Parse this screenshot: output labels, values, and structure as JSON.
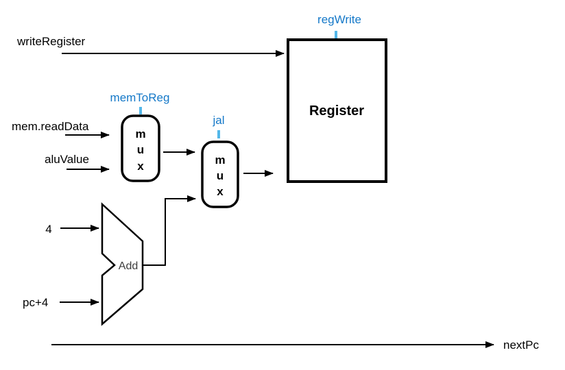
{
  "colors": {
    "background": "#ffffff",
    "wire": "#000000",
    "block_stroke": "#000000",
    "control_label": "#1478c8",
    "control_tick": "#53b7e9",
    "add_label": "#3d3d3d",
    "text": "#000000"
  },
  "signals": {
    "writeRegister": "writeRegister",
    "memReadData": "mem.readData",
    "aluValue": "aluValue",
    "four": "4",
    "pcPlus4": "pc+4",
    "nextPc": "nextPc"
  },
  "controls": {
    "regWrite": "regWrite",
    "memToReg": "memToReg",
    "jal": "jal"
  },
  "blocks": {
    "register": {
      "label": "Register"
    },
    "adder": {
      "label": "Add"
    },
    "mux": {
      "letters": [
        "m",
        "u",
        "x"
      ]
    }
  }
}
